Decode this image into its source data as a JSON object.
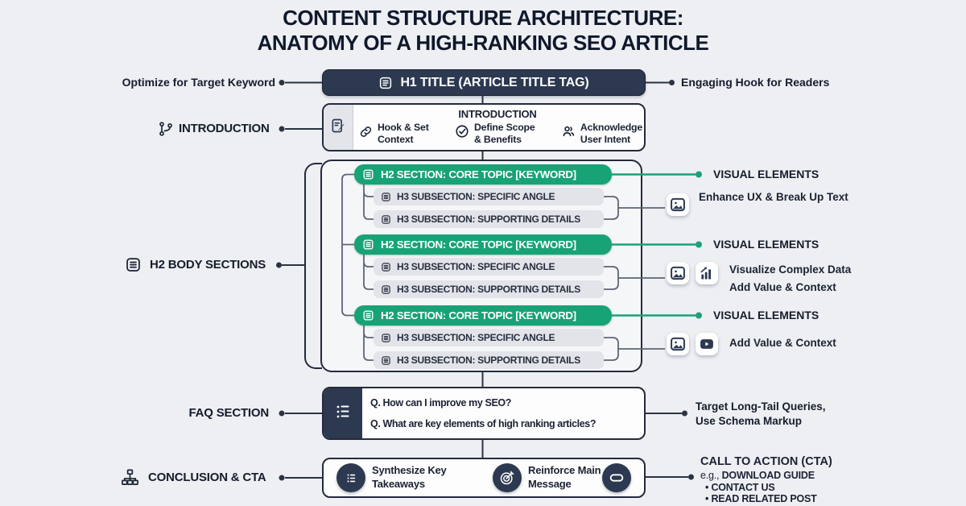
{
  "title": {
    "line1": "CONTENT STRUCTURE ARCHITECTURE:",
    "line2": "ANATOMY OF A HIGH-RANKING SEO ARTICLE"
  },
  "h1": {
    "label": "H1 TITLE (ARTICLE TITLE TAG)",
    "left_note": "Optimize for Target Keyword",
    "right_note": "Engaging Hook for Readers"
  },
  "intro": {
    "side_label": "INTRODUCTION",
    "heading": "INTRODUCTION",
    "items": [
      {
        "icon": "link-icon",
        "l1": "Hook & Set",
        "l2": "Context"
      },
      {
        "icon": "check-circle-icon",
        "l1": "Define Scope",
        "l2": "& Benefits"
      },
      {
        "icon": "users-icon",
        "l1": "Acknowledge",
        "l2": "User Intent"
      }
    ]
  },
  "body": {
    "side_label": "H2 BODY SECTIONS",
    "groups": [
      {
        "h2": "H2 SECTION: CORE TOPIC [KEYWORD]",
        "h3a": "H3 SUBSECTION: SPECIFIC ANGLE",
        "h3b": "H3 SUBSECTION: SUPPORTING DETAILS"
      },
      {
        "h2": "H2 SECTION: CORE TOPIC [KEYWORD]",
        "h3a": "H3 SUBSECTION: SPECIFIC ANGLE",
        "h3b": "H3 SUBSECTION: SUPPORTING DETAILS"
      },
      {
        "h2": "H2 SECTION: CORE TOPIC [KEYWORD]",
        "h3a": "H3 SUBSECTION: SPECIFIC ANGLE",
        "h3b": "H3 SUBSECTION: SUPPORTING DETAILS"
      }
    ]
  },
  "visuals": [
    {
      "heading": "VISUAL ELEMENTS",
      "icons": [
        "image-icon"
      ],
      "line1": "Enhance UX & Break Up Text"
    },
    {
      "heading": "VISUAL ELEMENTS",
      "icons": [
        "image-icon",
        "chart-icon"
      ],
      "line1": "Visualize Complex Data",
      "line2": "Add Value & Context"
    },
    {
      "heading": "VISUAL ELEMENTS",
      "icons": [
        "image-icon",
        "video-icon"
      ],
      "line1": "Add Value & Context"
    }
  ],
  "faq": {
    "side_label": "FAQ SECTION",
    "q1": "Q. How can I improve my SEO?",
    "q2": "Q. What are key elements of high ranking articles?",
    "right_note_l1": "Target Long-Tail Queries,",
    "right_note_l2": "Use Schema Markup"
  },
  "conclusion": {
    "side_label": "CONCLUSION & CTA",
    "item1_l1": "Synthesize Key",
    "item1_l2": "Takeaways",
    "item2_l1": "Reinforce Main",
    "item2_l2": "Message",
    "cta_heading": "CALL TO ACTION (CTA)",
    "cta_eg_prefix": "e.g., ",
    "cta_eg_label": "DOWNLOAD GUIDE",
    "cta_bullet1": "• CONTACT US",
    "cta_bullet2": "• READ RELATED POST"
  },
  "colors": {
    "accent_green": "#18a377",
    "navy": "#2c3950",
    "background": "#edeff3"
  }
}
